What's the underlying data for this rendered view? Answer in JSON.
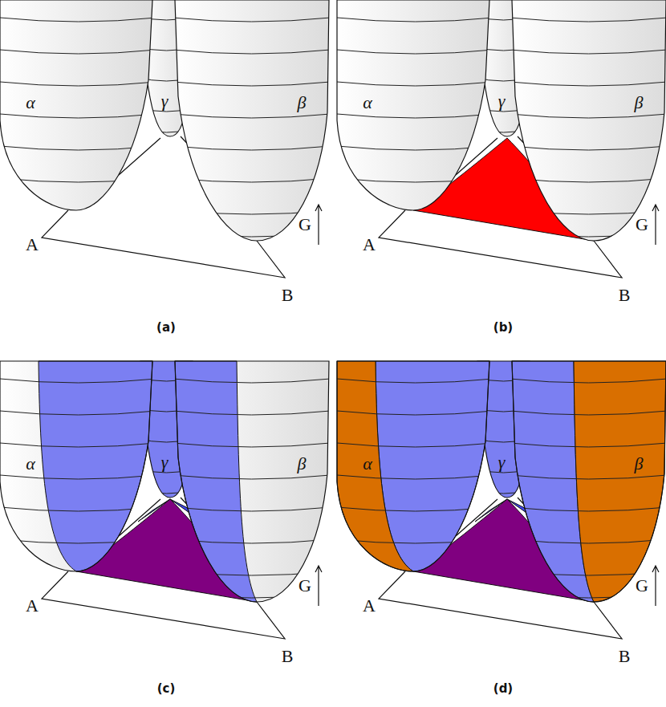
{
  "diagram": {
    "labels": [
      "α",
      "γ",
      "β",
      "G",
      "A",
      "B",
      "(a)",
      "α",
      "γ",
      "β",
      "G",
      "A",
      "B",
      "(b)",
      "α",
      "γ",
      "β",
      "G",
      "A",
      "B",
      "(c)",
      "α",
      "γ",
      "β",
      "G",
      "A",
      "B",
      "(d)"
    ]
  }
}
